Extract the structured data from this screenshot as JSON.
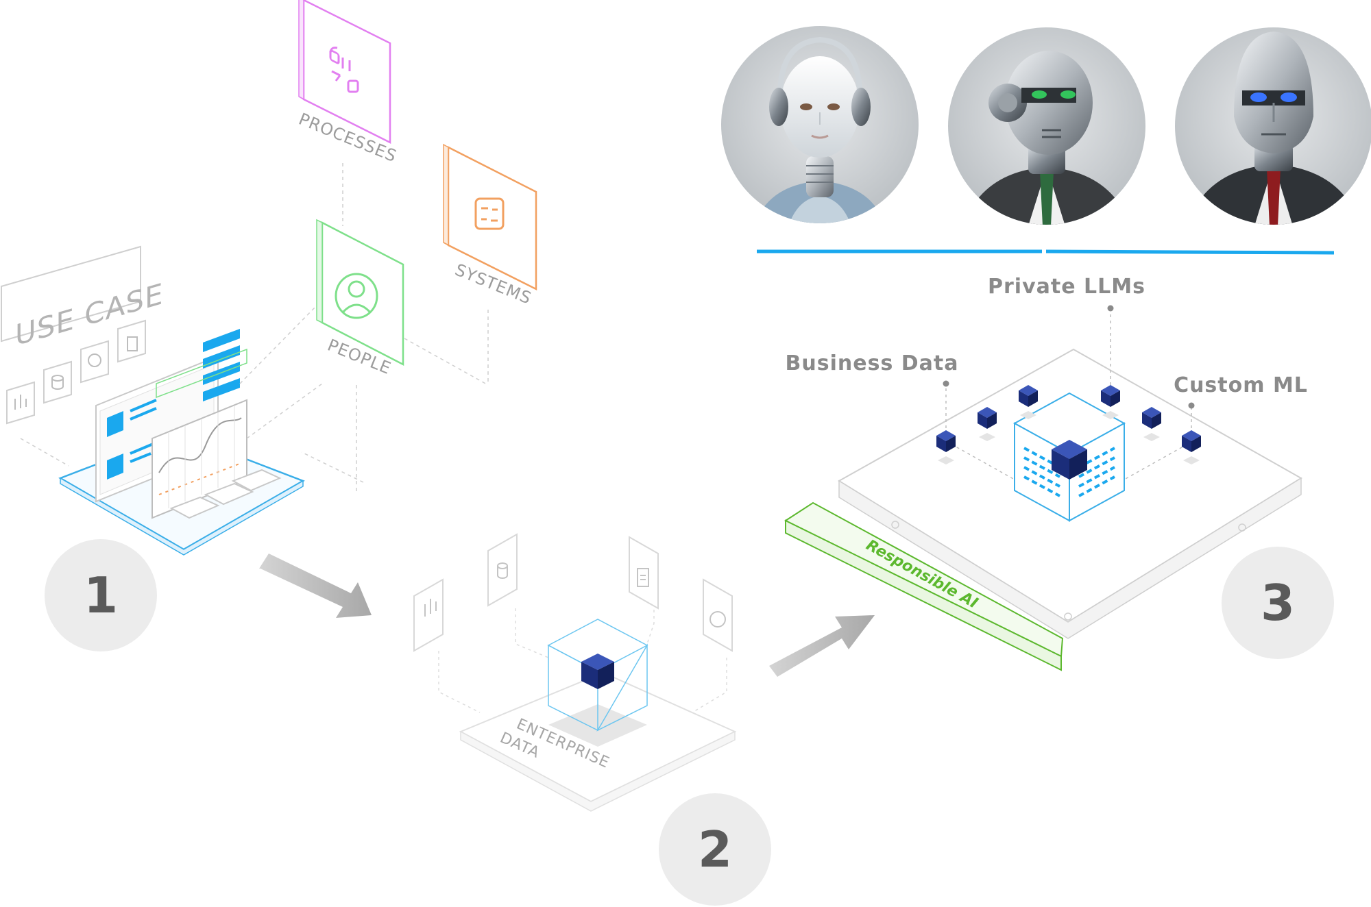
{
  "use_case_label": "USE CASE",
  "pillars": {
    "processes": "PROCESSES",
    "people": "PEOPLE",
    "systems": "SYSTEMS"
  },
  "enterprise_data": {
    "line1": "ENTERPRISE",
    "line2": "DATA"
  },
  "platform": {
    "private_llms": "Private LLMs",
    "business_data": "Business Data",
    "custom_ml": "Custom ML",
    "responsible_ai": "Responsible AI"
  },
  "steps": [
    "1",
    "2",
    "3"
  ],
  "avatars": [
    {
      "icon": "female-robot-headset-icon"
    },
    {
      "icon": "robot-green-eyes-suit-icon"
    },
    {
      "icon": "robot-blue-eyes-suit-icon"
    }
  ],
  "colors": {
    "processes": "#e27ff0",
    "people": "#7ee08a",
    "systems": "#f2a060",
    "accent_blue": "#1aa8ee",
    "cube_navy": "#1b2d7a",
    "responsible_green": "#5cb82e",
    "step_circle": "#ececec",
    "step_text": "#5a5a5a",
    "label_grey": "#8a8a8a"
  }
}
